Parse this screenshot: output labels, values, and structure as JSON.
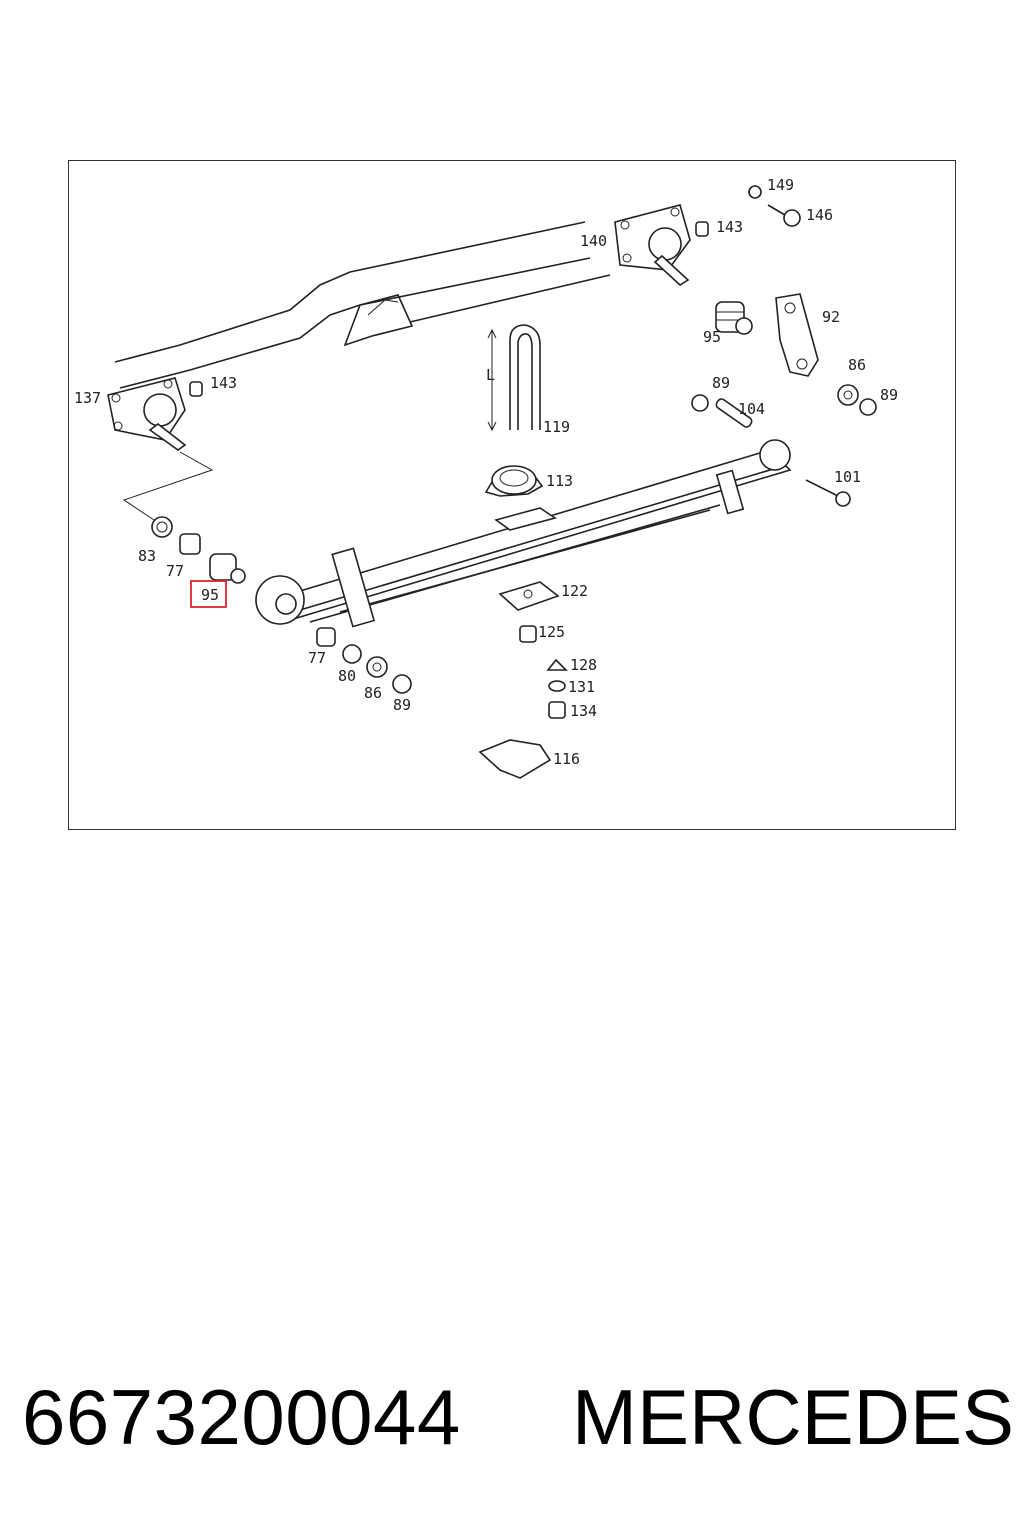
{
  "diagram": {
    "labels": {
      "l149": "149",
      "l146": "146",
      "l140": "140",
      "l143a": "143",
      "l92": "92",
      "l95a": "95",
      "l86a": "86",
      "l89a": "89",
      "l89b": "89",
      "l104": "104",
      "l137": "137",
      "l143b": "143",
      "l119": "119",
      "lL": "L",
      "l113": "113",
      "l101": "101",
      "l83": "83",
      "l77a": "77",
      "l95b": "95",
      "l122": "122",
      "l125": "125",
      "l77b": "77",
      "l80": "80",
      "l86b": "86",
      "l89c": "89",
      "l128": "128",
      "l131": "131",
      "l134": "134",
      "l116": "116"
    },
    "highlighted_label": "95",
    "highlight_color": "#e0242f"
  },
  "footer": {
    "part_number": "6673200044",
    "brand": "MERCEDES"
  }
}
